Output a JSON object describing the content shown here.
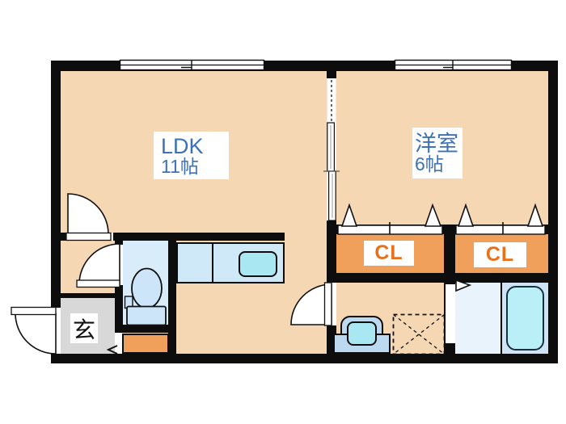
{
  "rooms": {
    "ldk": {
      "name": "LDK",
      "area": "11帖"
    },
    "western_room": {
      "name": "洋室",
      "area": "6帖"
    },
    "closet_left": {
      "label": "CL"
    },
    "closet_right": {
      "label": "CL"
    },
    "entrance": {
      "label": "玄"
    }
  },
  "colors": {
    "wall": "#0d0d0d",
    "floor": "#f5d7b4",
    "wet": "#d9ecfa",
    "entrance-gray": "#d8d8d8",
    "closet": "#f0a05a",
    "closet-text": "#e8701a",
    "label-blue": "#3b72b8",
    "counter": "#cfe9f8",
    "sink": "#a9e7f2",
    "fixture": "#bcd9f0",
    "shower-floor": "#e9f3fc",
    "bath-floor": "#cfe4f7",
    "tub": "#baeff7"
  }
}
